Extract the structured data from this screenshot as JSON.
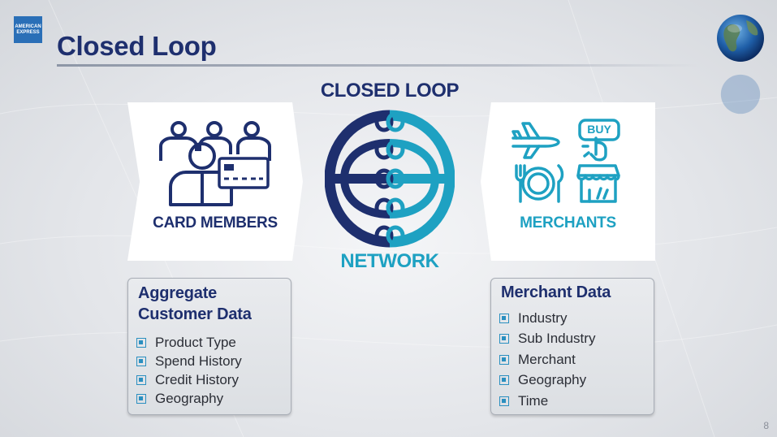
{
  "header": {
    "logo_text": "AMERICAN EXPRESS",
    "title": "Closed Loop"
  },
  "left_panel": {
    "label": "CARD MEMBERS"
  },
  "center": {
    "top_label": "CLOSED LOOP",
    "bottom_label": "NETWORK"
  },
  "right_panel": {
    "label": "MERCHANTS",
    "buy_text": "BUY"
  },
  "aggregate_box": {
    "title_line1": "Aggregate",
    "title_line2": "Customer Data",
    "items": [
      "Product Type",
      "Spend History",
      "Credit History",
      "Geography"
    ]
  },
  "merchant_box": {
    "title": "Merchant Data",
    "items": [
      "Industry",
      "Sub Industry",
      "Merchant",
      "Geography",
      "Time"
    ]
  },
  "page_number": "8",
  "colors": {
    "navy": "#1e2f6e",
    "teal": "#1ea1c2",
    "bullet": "#2a8fc0"
  },
  "icons": [
    "people-icon",
    "credit-card-icon",
    "airplane-icon",
    "buy-click-icon",
    "dining-icon",
    "storefront-icon",
    "globe-icon"
  ]
}
